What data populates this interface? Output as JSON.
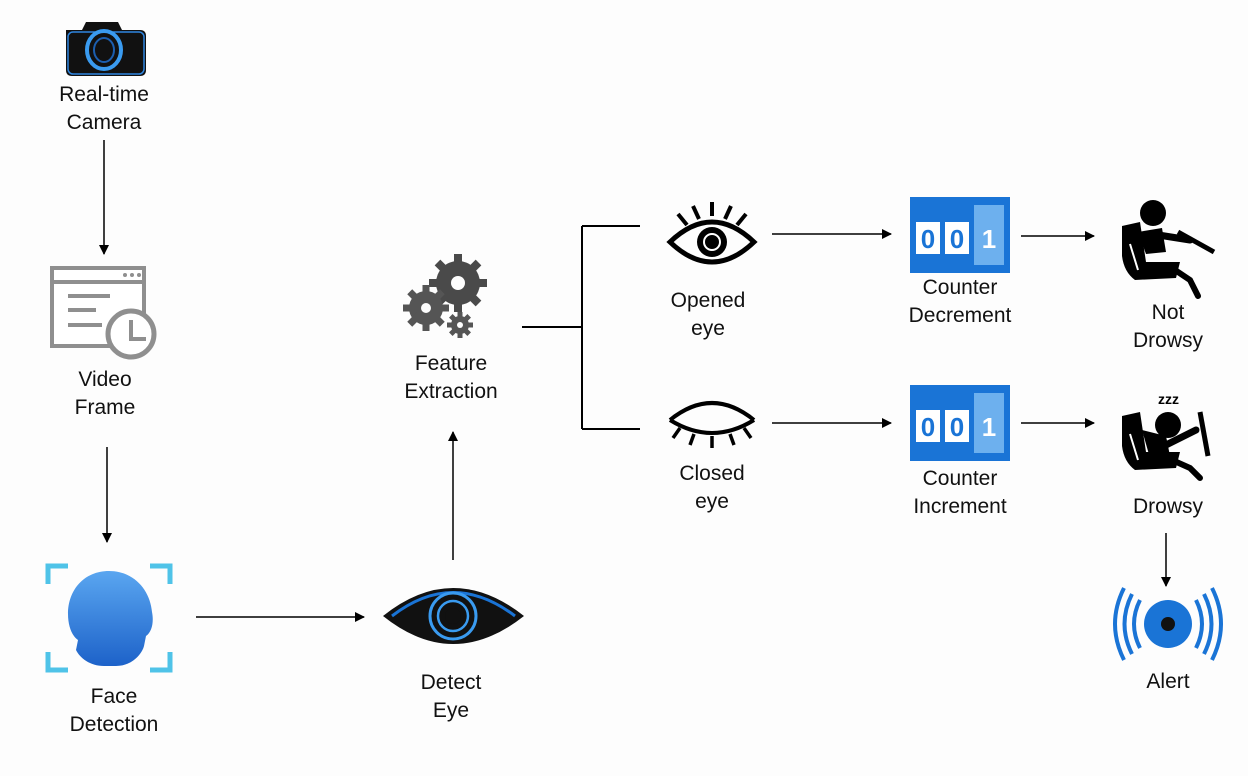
{
  "nodes": {
    "camera": {
      "line1": "Real-time",
      "line2": "Camera"
    },
    "video": {
      "line1": "Video",
      "line2": "Frame"
    },
    "face": {
      "line1": "Face",
      "line2": "Detection"
    },
    "detect_eye": {
      "line1": "Detect",
      "line2": "Eye"
    },
    "feature": {
      "line1": "Feature",
      "line2": "Extraction"
    },
    "opened_eye": {
      "line1": "Opened",
      "line2": "eye"
    },
    "closed_eye": {
      "line1": "Closed",
      "line2": "eye"
    },
    "counter_dec": {
      "line1": "Counter",
      "line2": "Decrement",
      "digits": [
        "0",
        "0",
        "1"
      ]
    },
    "counter_inc": {
      "line1": "Counter",
      "line2": "Increment",
      "digits": [
        "0",
        "0",
        "1"
      ]
    },
    "not_drowsy": {
      "line1": "Not",
      "line2": "Drowsy"
    },
    "drowsy": {
      "line1": "Drowsy"
    },
    "alert": {
      "line1": "Alert"
    },
    "zzz": "zzz"
  },
  "colors": {
    "accent_blue": "#1a74d6",
    "light_blue": "#4fc3e8",
    "face_blue": "#2f7fe0",
    "gray_icon": "#8f8f8f",
    "gear_gray": "#4a4a4a"
  }
}
